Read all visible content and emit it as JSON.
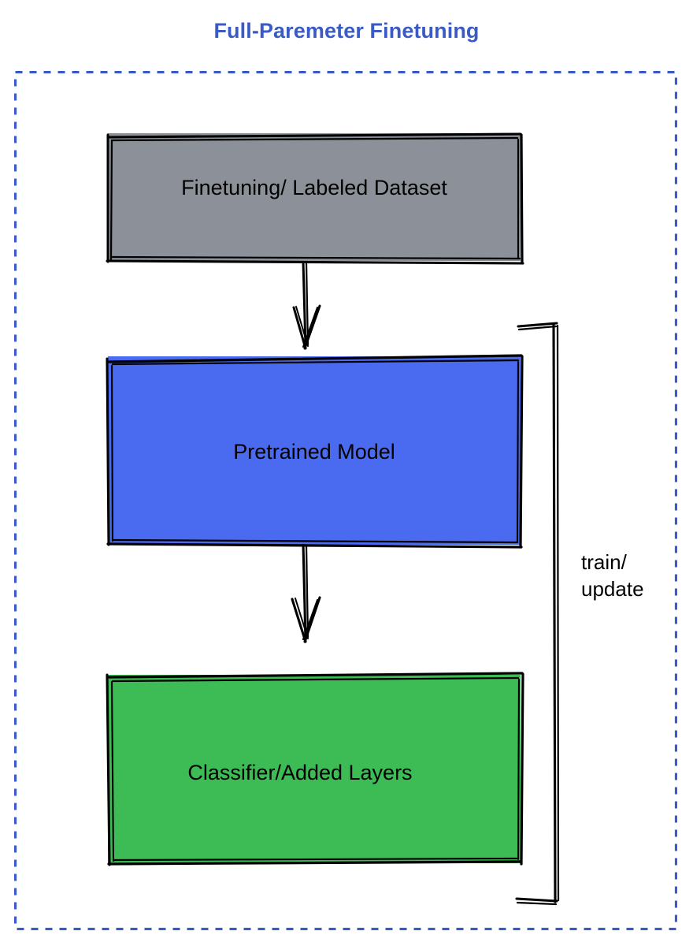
{
  "diagram": {
    "title": "Full-Paremeter Finetuning",
    "title_color": "#3a5bc4",
    "frame": {
      "style": "dashed",
      "color": "#3b5ac9"
    },
    "nodes": [
      {
        "id": "dataset",
        "label": "Finetuning/ Labeled Dataset",
        "fill": "#8b9099",
        "stroke": "#000000",
        "shape": "rectangle"
      },
      {
        "id": "pretrained-model",
        "label": "Pretrained Model",
        "fill": "#4a6af0",
        "stroke": "#000000",
        "shape": "rectangle"
      },
      {
        "id": "classifier",
        "label": "Classifier/Added Layers",
        "fill": "#3dbb54",
        "stroke": "#000000",
        "shape": "rectangle"
      }
    ],
    "edges": [
      {
        "id": "dataset-to-model",
        "from": "dataset",
        "to": "pretrained-model",
        "label": "",
        "arrow": "down"
      },
      {
        "id": "model-to-classifier",
        "from": "pretrained-model",
        "to": "classifier",
        "label": "",
        "arrow": "down"
      },
      {
        "id": "feedback-bracket",
        "from": "classifier",
        "to": "pretrained-model",
        "label": "train/\nupdate",
        "arrow": "none"
      }
    ]
  }
}
